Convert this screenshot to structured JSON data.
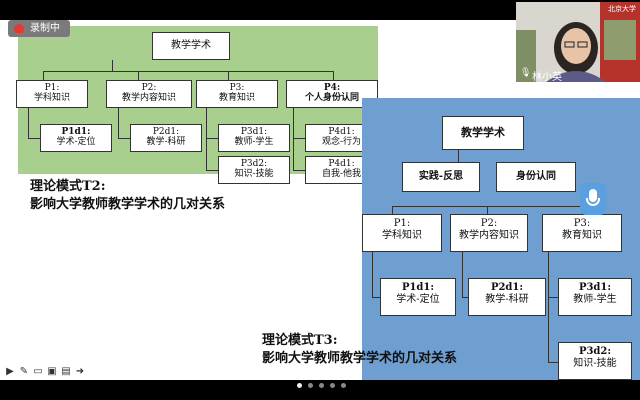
{
  "recording": {
    "label": "录制中"
  },
  "video": {
    "participant_name": "林小英",
    "logo_text": "北京大学"
  },
  "diagram_top": {
    "root": "教学学术",
    "p1": {
      "code": "P1:",
      "text": "学科知识"
    },
    "p2": {
      "code": "P2:",
      "text": "教学内容知识"
    },
    "p3": {
      "code": "P3:",
      "text": "教育知识"
    },
    "p4": {
      "code": "P4:",
      "text": "个人身份认同"
    },
    "p1d1": {
      "code": "P1d1:",
      "text": "学术-定位"
    },
    "p2d1": {
      "code": "P2d1:",
      "text": "教学-科研"
    },
    "p3d1": {
      "code": "P3d1:",
      "text": "教师-学生"
    },
    "p3d2": {
      "code": "P3d2:",
      "text": "知识-技能"
    },
    "p4d1a": {
      "code": "P4d1:",
      "text": "观念-行为"
    },
    "p4d1b": {
      "code": "P4d1:",
      "text": "自我-他我"
    }
  },
  "caption_t2": {
    "line1": "理论模式T2:",
    "line2": "影响大学教师教学学术的几对关系"
  },
  "diagram_bottom": {
    "root": "教学学术",
    "practice": "实践-反思",
    "identity": "身份认同",
    "p1": {
      "code": "P1:",
      "text": "学科知识"
    },
    "p2": {
      "code": "P2:",
      "text": "教学内容知识"
    },
    "p3": {
      "code": "P3:",
      "text": "教育知识"
    },
    "p1d1": {
      "code": "P1d1:",
      "text": "学术-定位"
    },
    "p2d1": {
      "code": "P2d1:",
      "text": "教学-科研"
    },
    "p3d1": {
      "code": "P3d1:",
      "text": "教师-学生"
    },
    "p3d2": {
      "code": "P3d2:",
      "text": "知识-技能"
    }
  },
  "caption_t3": {
    "line1": "理论模式T3:",
    "line2": "影响大学教师教学学术的几对关系"
  },
  "pagination": {
    "count": 5,
    "active_index": 0
  },
  "colors": {
    "green_panel": "#a9cf8e",
    "blue_panel": "#6f9fd0",
    "rec_red": "#e53935",
    "mic_blue": "#5a9fe0"
  }
}
